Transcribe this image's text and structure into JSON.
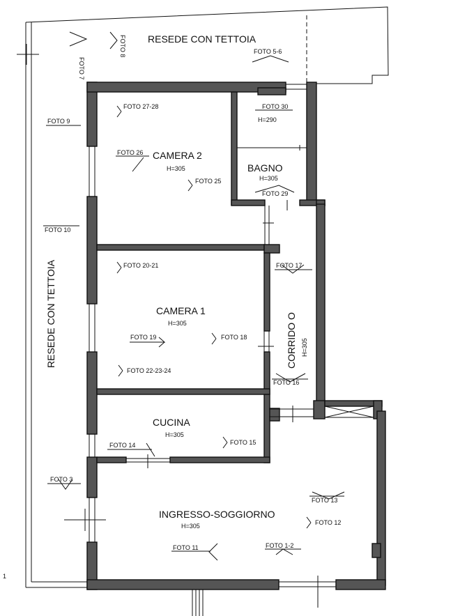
{
  "rooms": {
    "resede_top": "RESEDE CON TETTOIA",
    "resede_left": "RESEDE CON TETTOIA",
    "camera2": {
      "name": "CAMERA 2",
      "h": "H=305"
    },
    "bagno": {
      "name": "BAGNO",
      "h": "H=305"
    },
    "h290": "H=290",
    "camera1": {
      "name": "CAMERA 1",
      "h": "H=305"
    },
    "corridoio": {
      "name": "CORRIDO O",
      "h": "H=305"
    },
    "cucina": {
      "name": "CUCINA",
      "h": "H=305"
    },
    "soggiorno": {
      "name": "INGRESSO-SOGGIORNO",
      "h": "H=305"
    }
  },
  "fotos": {
    "f7": "FOTO 7",
    "f8": "FOTO 8",
    "f56": "FOTO 5-6",
    "f9": "FOTO 9",
    "f2728": "FOTO 27-28",
    "f30": "FOTO 30",
    "f26": "FOTO 26",
    "f25": "FOTO 25",
    "f29": "FOTO 29",
    "f10": "FOTO 10",
    "f2021": "FOTO 20-21",
    "f17": "FOTO 17",
    "f19": "FOTO 19",
    "f18": "FOTO 18",
    "f222324": "FOTO 22-23-24",
    "f16": "FOTO 16",
    "f14": "FOTO 14",
    "f15": "FOTO 15",
    "f3": "FOTO 3",
    "f13": "FOTO 13",
    "f12": "FOTO 12",
    "f11": "FOTO 11",
    "f12b": "FOTO 1-2"
  },
  "corner_mark": "1"
}
